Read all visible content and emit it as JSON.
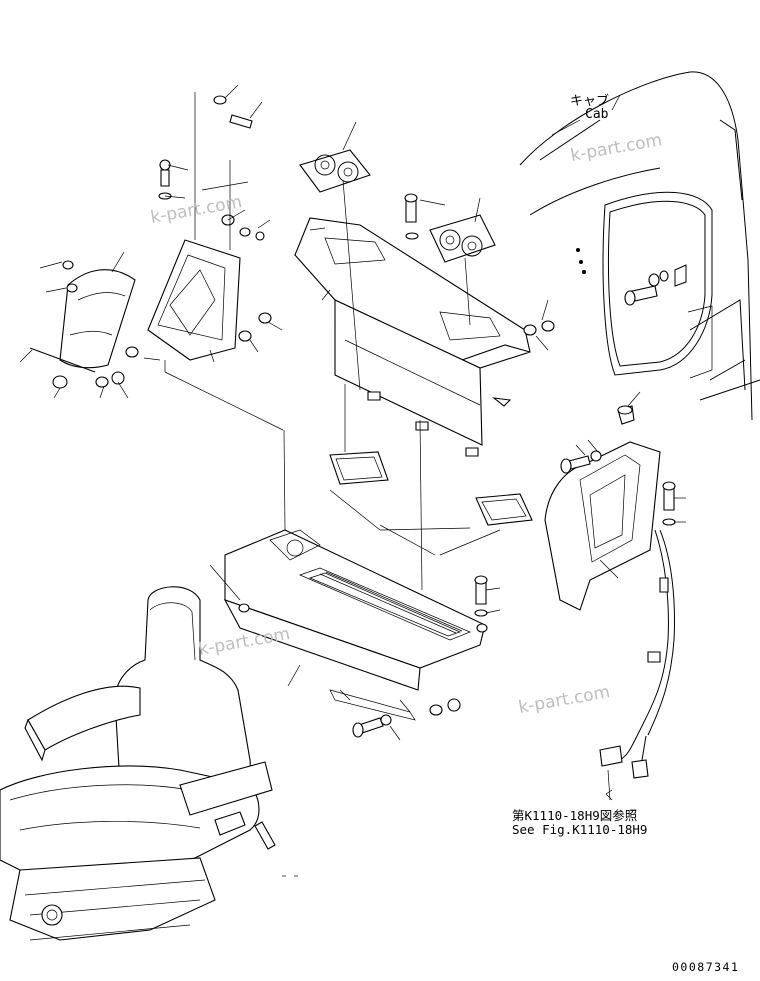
{
  "labels": {
    "cab_jp": "キャブ",
    "cab_en": "Cab",
    "ref_jp": "第K1110-18H9図参照",
    "ref_en": "See Fig.K1110-18H9",
    "drawing_no": "00087341"
  },
  "watermarks": [
    "k-part.com",
    "k-part.com",
    "k-part.com",
    "k-part.com"
  ]
}
